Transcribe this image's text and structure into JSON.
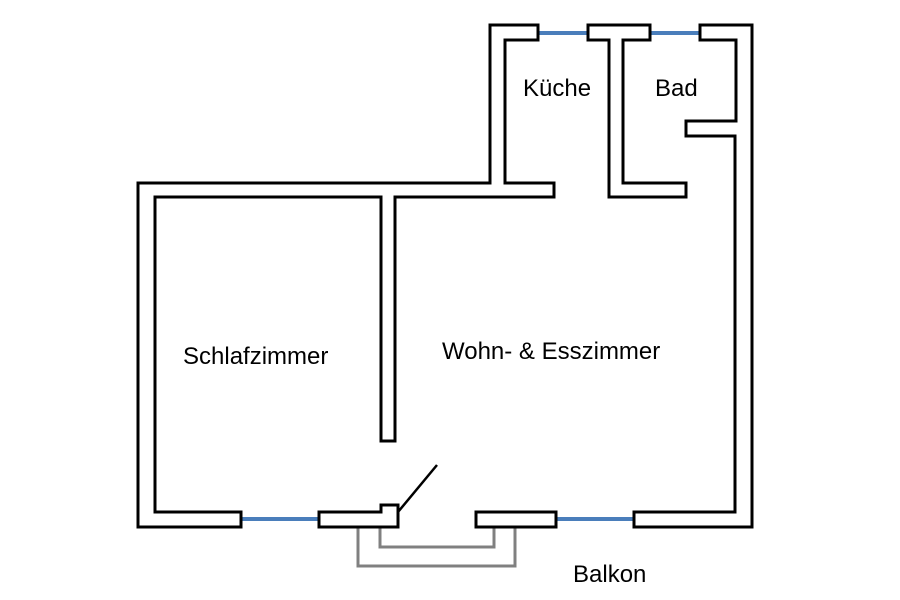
{
  "floorplan": {
    "rooms": {
      "kitchen": "Küche",
      "bathroom": "Bad",
      "bedroom": "Schlafzimmer",
      "living": "Wohn- & Esszimmer",
      "balcony": "Balkon"
    },
    "colors": {
      "wall_stroke": "#000000",
      "wall_fill": "#ffffff",
      "window": "#4a7ebb",
      "balcony_railing": "#808080",
      "background": "#ffffff"
    }
  }
}
